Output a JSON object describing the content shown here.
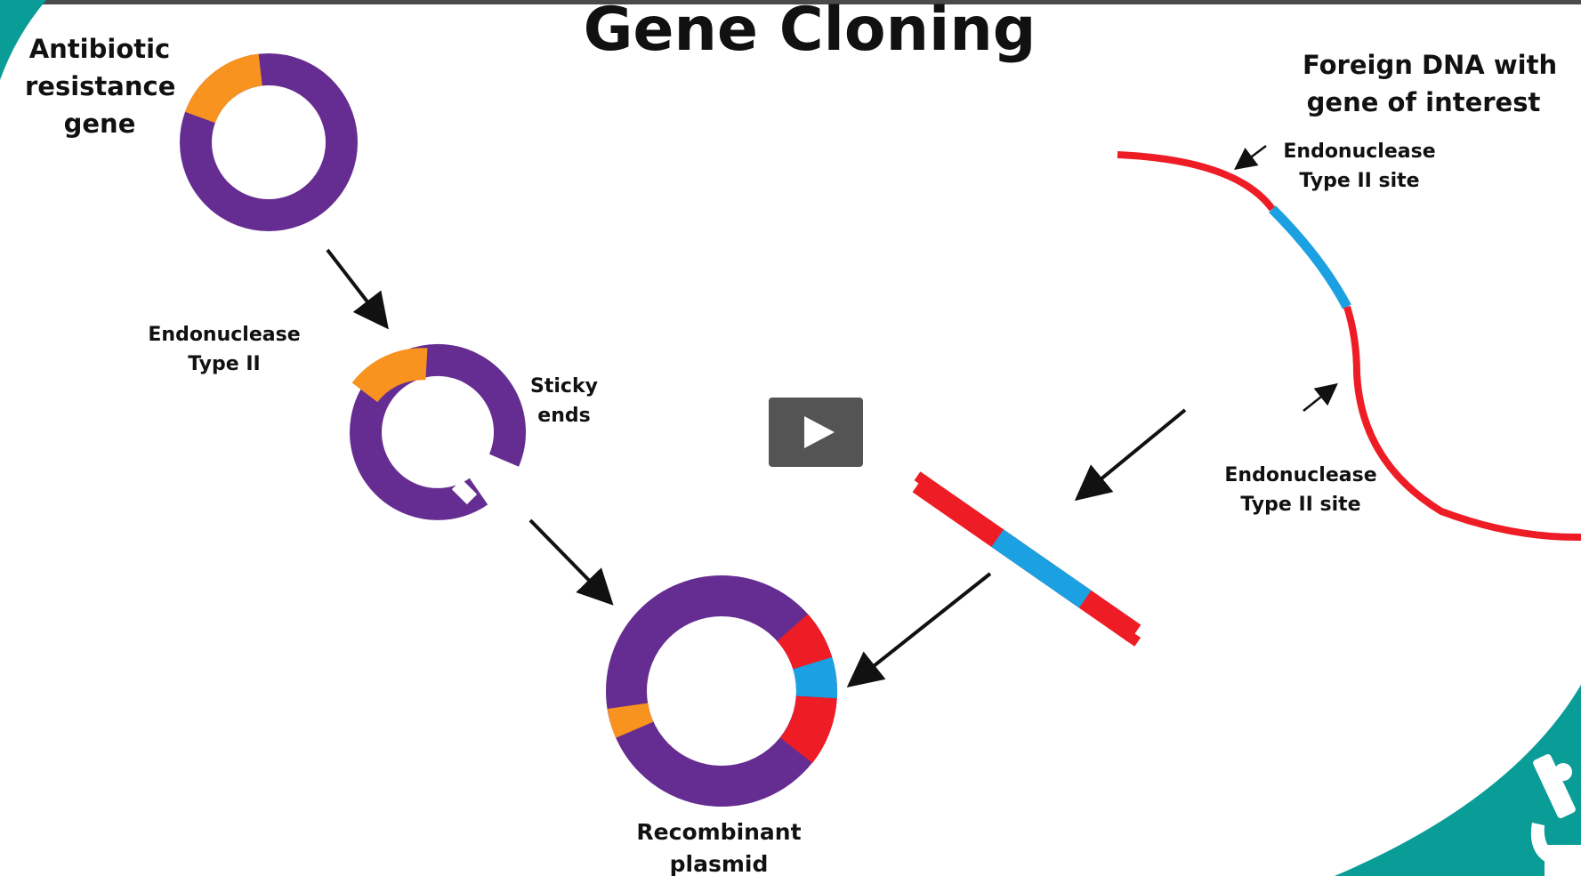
{
  "title": "Gene Cloning",
  "labels": {
    "antibiotic": [
      "Antibiotic",
      "resistance",
      "gene"
    ],
    "endonuclease_left": [
      "Endonuclease",
      "Type II"
    ],
    "sticky_ends": [
      "Sticky",
      "ends"
    ],
    "recombinant": [
      "Recombinant",
      "plasmid"
    ],
    "foreign_dna": [
      "Foreign DNA with",
      "gene of interest"
    ],
    "site_top": [
      "Endonuclease",
      "Type II site"
    ],
    "site_bottom": [
      "Endonuclease",
      "Type II site"
    ]
  },
  "colors": {
    "plasmid": "#652d91",
    "resistance_gene": "#f7931e",
    "foreign_dna": "#ee1c25",
    "gene_of_interest": "#1ba1e2",
    "teal_accent": "#0a9c96",
    "play_button": "#3c3c3c"
  },
  "icons": {
    "play": "play-icon",
    "corner": "microscope-icon"
  }
}
